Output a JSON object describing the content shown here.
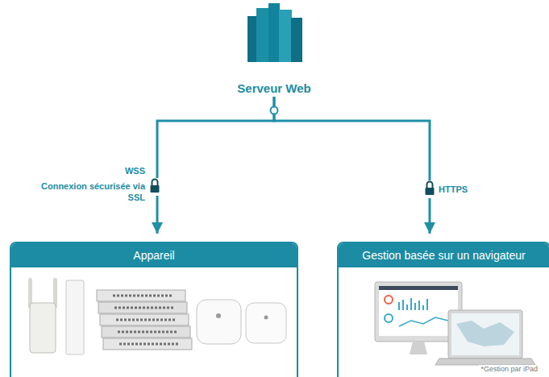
{
  "diagram": {
    "nodes": [
      {
        "text": [
          "Serveur Web"
        ]
      },
      {
        "text": [
          "Appareil"
        ]
      },
      {
        "text": [
          "Gestion basée sur un navigateur",
          "*Gestion par iPad"
        ]
      }
    ],
    "edges": [
      {
        "from": 0,
        "to": 1,
        "arrow": "to",
        "label": "WSS"
      },
      {
        "from": 0,
        "to": 2,
        "arrow": "to",
        "label": "HTTPS"
      }
    ],
    "labels": [
      "Connexion sécurisée via SSL"
    ]
  }
}
